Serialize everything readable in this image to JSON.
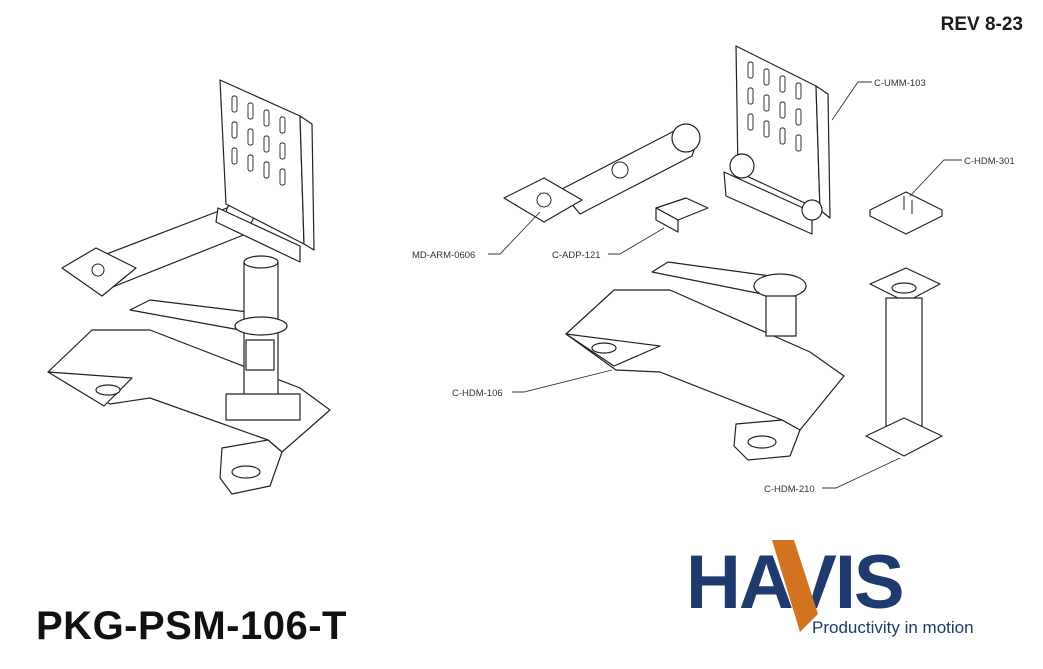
{
  "header": {
    "revision": "REV 8-23"
  },
  "footer": {
    "package_id": "PKG-PSM-106-T"
  },
  "brand": {
    "name": "HAVIS",
    "tagline": "Productivity in motion",
    "blue": "#1f3a6e",
    "orange": "#d4731f"
  },
  "callouts": {
    "c_umm_103": "C-UMM-103",
    "c_hdm_301": "C-HDM-301",
    "md_arm_0606": "MD-ARM-0606",
    "c_adp_121": "C-ADP-121",
    "c_hdm_106": "C-HDM-106",
    "c_hdm_210": "C-HDM-210"
  }
}
